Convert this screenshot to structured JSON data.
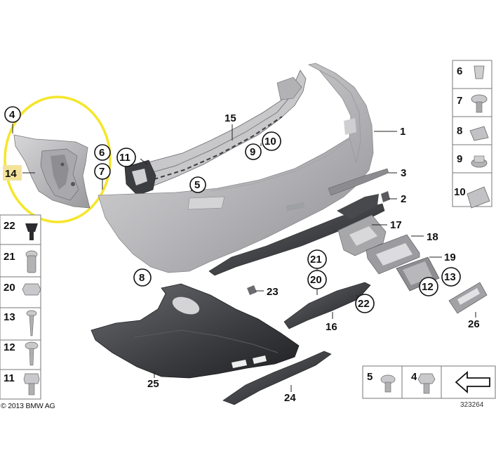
{
  "parts": {
    "p1": "1",
    "p2": "2",
    "p3": "3",
    "p4": "4",
    "p5": "5",
    "p6": "6",
    "p7": "7",
    "p8": "8",
    "p9": "9",
    "p10": "10",
    "p11": "11",
    "p12": "12",
    "p13": "13",
    "p14": "14",
    "p15": "15",
    "p16": "16",
    "p17": "17",
    "p18": "18",
    "p19": "19",
    "p20": "20",
    "p21": "21",
    "p22": "22",
    "p23": "23",
    "p24": "24",
    "p25": "25",
    "p26": "26"
  },
  "right_panel": [
    "6",
    "7",
    "8",
    "9",
    "10"
  ],
  "left_panel": [
    "22",
    "21",
    "20",
    "13",
    "12",
    "11"
  ],
  "bottom_panel": [
    "5",
    "4"
  ],
  "copyright": "© 2013 BMW AG",
  "diagram_id": "323264",
  "colors": {
    "highlight_circle": "#f5e62a",
    "highlight_label": "#f3e39a",
    "part_gray": "#bdbdbf",
    "part_dark": "#3a3b3e"
  }
}
